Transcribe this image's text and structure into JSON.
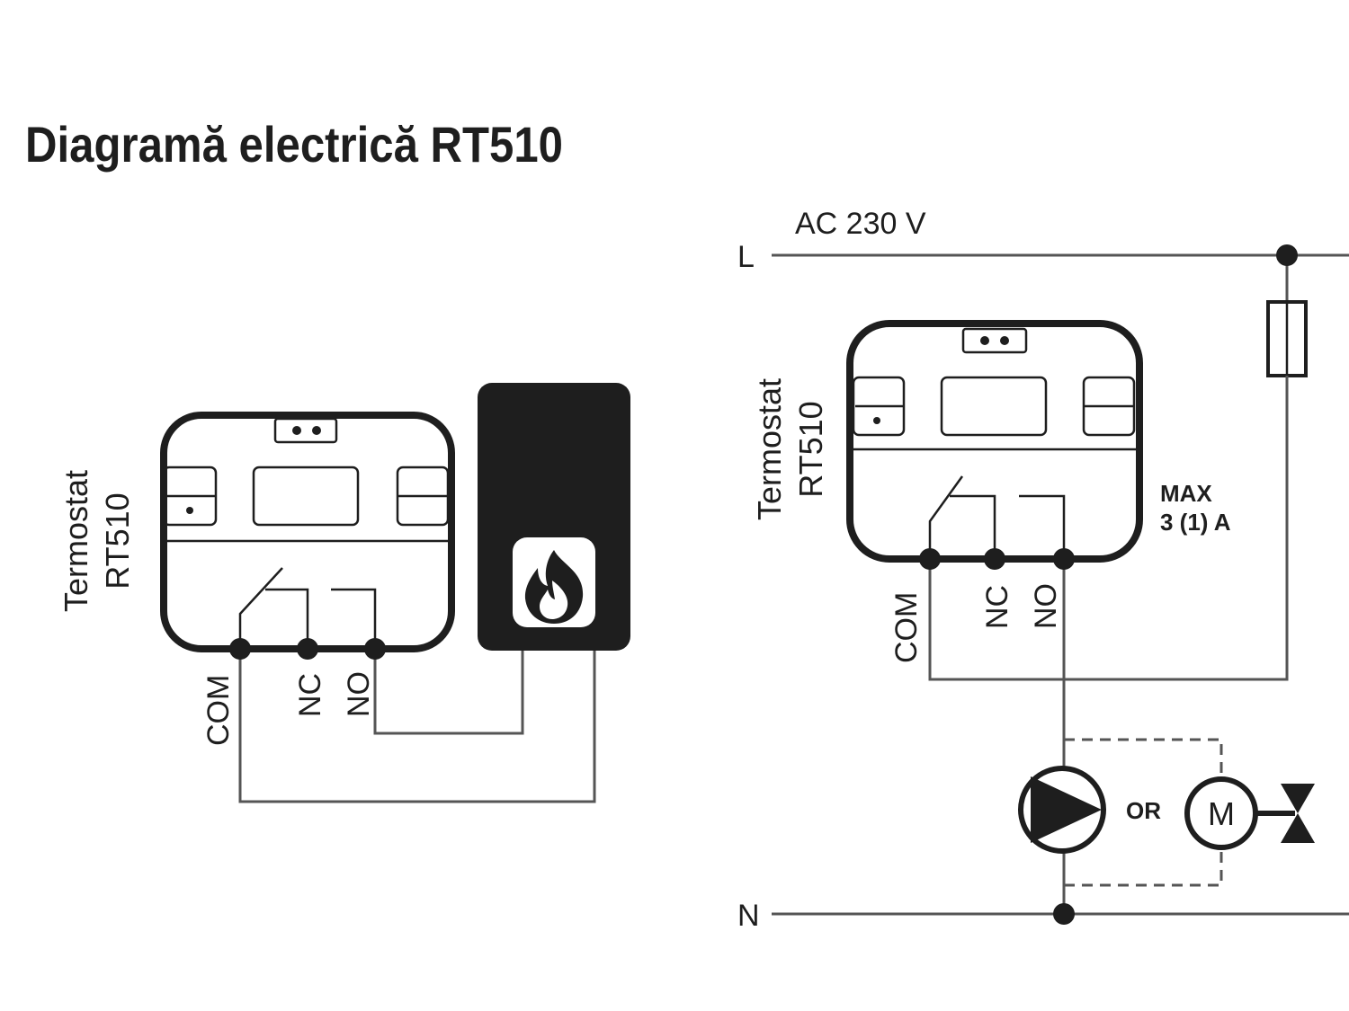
{
  "title": "Diagramă electrică RT510",
  "left": {
    "device_line1": "Termostat",
    "device_line2": "RT510",
    "terminals": [
      "COM",
      "NC",
      "NO"
    ]
  },
  "right": {
    "supply": "AC 230 V",
    "live": "L",
    "neutral": "N",
    "device_line1": "Termostat",
    "device_line2": "RT510",
    "terminals": [
      "COM",
      "NC",
      "NO"
    ],
    "rating_line1": "MAX",
    "rating_line2": "3 (1) A",
    "or_text": "OR",
    "motor_letter": "M"
  },
  "colors": {
    "ink": "#1e1e1e",
    "wire": "#555555",
    "boiler": "#1e1e1e",
    "background": "#ffffff"
  },
  "icons": [
    "flame-icon",
    "pump-icon",
    "motor-icon",
    "valve-icon",
    "fuse-icon"
  ]
}
